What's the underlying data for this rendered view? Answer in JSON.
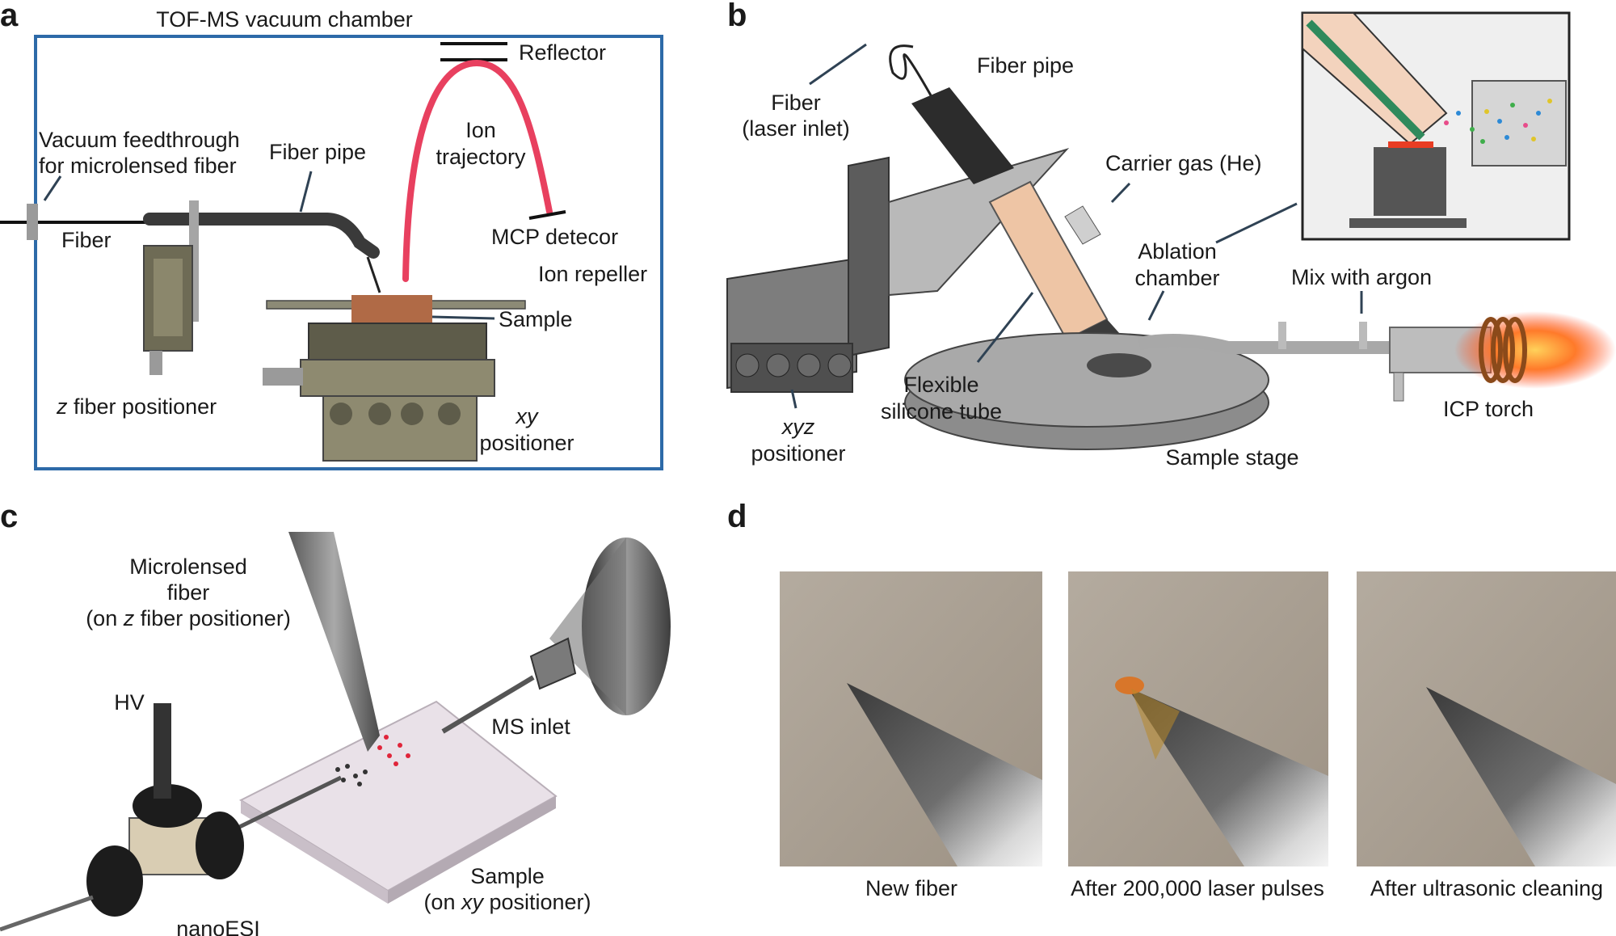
{
  "panel_labels": [
    "a",
    "b",
    "c",
    "d"
  ],
  "panel_a": {
    "chamber_title": "TOF-MS vacuum chamber",
    "reflector": "Reflector",
    "ion_trajectory": [
      "Ion",
      "trajectory"
    ],
    "vacuum_feedthrough": [
      "Vacuum feedthrough",
      "for microlensed fiber"
    ],
    "fiber_pipe": "Fiber pipe",
    "fiber": "Fiber",
    "mcp_detector": "MCP detecor",
    "ion_repeller": "Ion repeller",
    "sample": "Sample",
    "z_positioner": [
      "z",
      "fiber positioner"
    ],
    "xy_positioner": [
      "xy",
      "positioner"
    ]
  },
  "panel_b": {
    "fiber": [
      "Fiber",
      "(laser inlet)"
    ],
    "fiber_pipe": "Fiber pipe",
    "carrier_gas": "Carrier gas (He)",
    "ablation_chamber": [
      "Ablation",
      "chamber"
    ],
    "mix_argon": "Mix with argon",
    "flexible_tube": [
      "Flexible",
      "silicone tube"
    ],
    "xyz_positioner": [
      "xyz",
      "positioner"
    ],
    "sample_stage": "Sample stage",
    "icp_torch": "ICP torch"
  },
  "panel_c": {
    "microlensed_fiber": [
      "Microlensed",
      "fiber",
      "(on ",
      "z",
      " fiber positioner)"
    ],
    "hv": "HV",
    "ms_inlet": "MS inlet",
    "sample": [
      "Sample",
      "(on ",
      "xy",
      " positioner)"
    ],
    "nanoesi": "nanoESI"
  },
  "panel_d": {
    "captions": [
      "New fiber",
      "After 200,000 laser pulses",
      "After ultrasonic cleaning"
    ]
  },
  "colors": {
    "chamber_border": "#2d6aa8",
    "ion_trajectory": "#e8405f",
    "arrow": "#2f4254",
    "photo_background": "#a89e90",
    "torch_flame": "#ff5a1f"
  }
}
